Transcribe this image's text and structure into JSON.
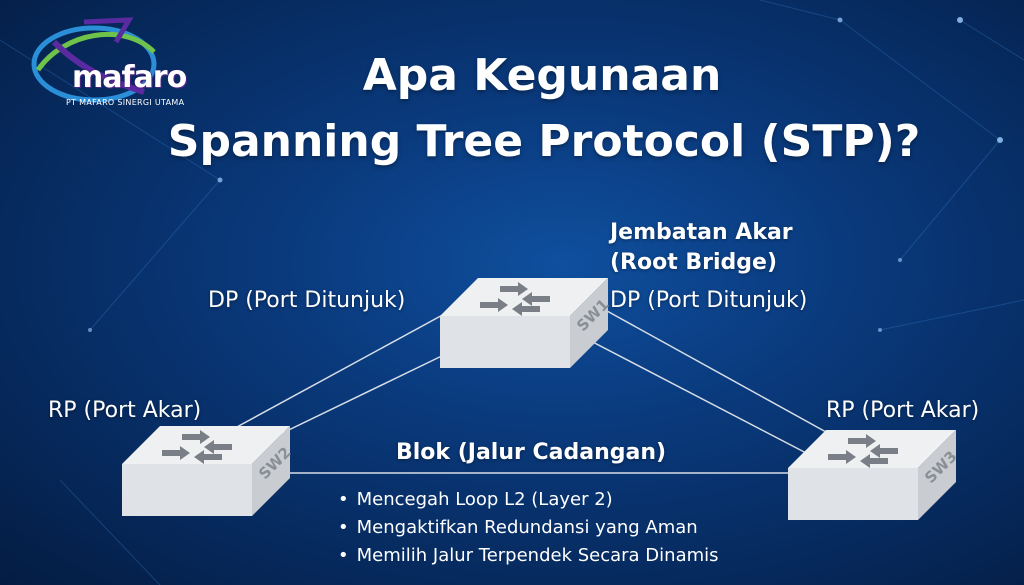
{
  "logo": {
    "wordmark": "mafaro",
    "company": "PT MAFARO SINERGI UTAMA"
  },
  "title": {
    "line1": "Apa Kegunaan",
    "line2": "Spanning Tree Protocol (STP)?"
  },
  "diagram": {
    "root_bridge_line1": "Jembatan Akar",
    "root_bridge_line2": "(Root Bridge)",
    "dp_left": "DP (Port Ditunjuk)",
    "dp_right": "DP (Port Ditunjuk)",
    "rp_left": "RP (Port Akar)",
    "rp_right": "RP (Port Akar)",
    "blocked_link": "Blok (Jalur Cadangan)",
    "switches": [
      {
        "id": "SW1"
      },
      {
        "id": "SW2"
      },
      {
        "id": "SW3"
      }
    ]
  },
  "benefits": [
    "Mencegah Loop L2 (Layer 2)",
    "Mengaktifkan Redundansi yang Aman",
    "Memilih Jalur Terpendek Secara Dinamis"
  ],
  "colors": {
    "background": "#0a3a7d",
    "text": "#ffffff",
    "switch_top": "#eef0f2",
    "switch_side": "#c9ccd1",
    "arrow": "#7a7f87"
  }
}
